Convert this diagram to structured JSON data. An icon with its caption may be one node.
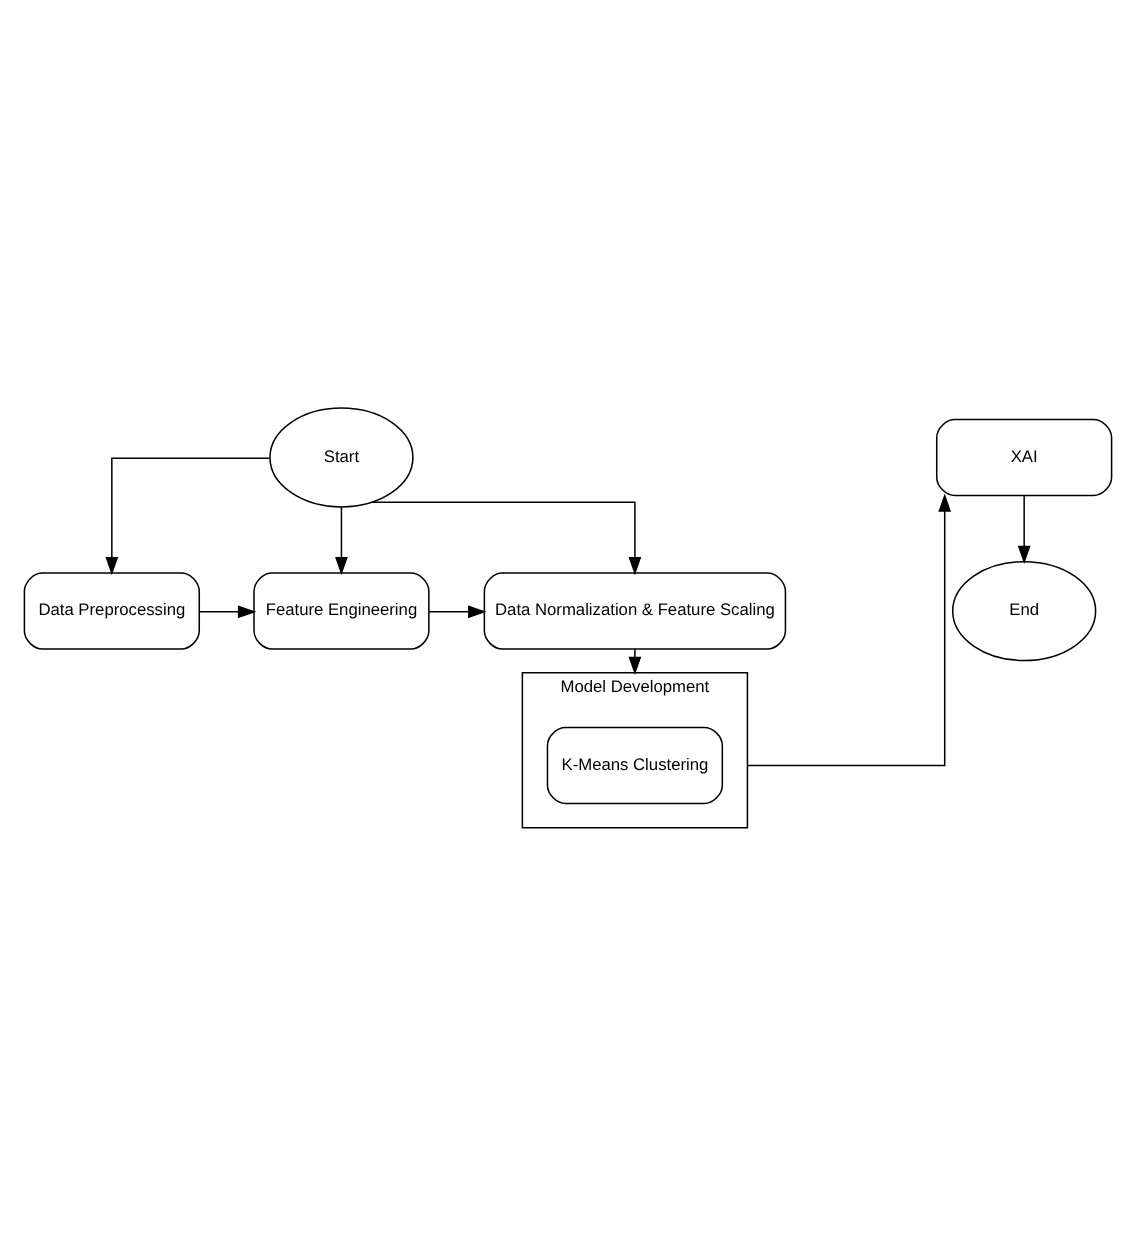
{
  "diagram": {
    "nodes": [
      {
        "text": [
          "Start"
        ]
      },
      {
        "text": [
          "Data Preprocessing"
        ]
      },
      {
        "text": [
          "Feature Engineering"
        ]
      },
      {
        "text": [
          "Data Normalization & Feature Scaling"
        ]
      },
      {
        "text": [
          "Model Development"
        ]
      },
      {
        "text": [
          "K-Means Clustering"
        ],
        "in": 4
      },
      {
        "text": [
          "XAI"
        ]
      },
      {
        "text": [
          "End"
        ]
      }
    ],
    "edges": [
      {
        "from": 0,
        "to": 1,
        "arrow": "to"
      },
      {
        "from": 0,
        "to": 2,
        "arrow": "to"
      },
      {
        "from": 0,
        "to": 3,
        "arrow": "to"
      },
      {
        "from": 1,
        "to": 2,
        "arrow": "to"
      },
      {
        "from": 2,
        "to": 3,
        "arrow": "to"
      },
      {
        "from": 3,
        "to": 4,
        "arrow": "to"
      },
      {
        "from": 4,
        "to": 6,
        "arrow": "to"
      },
      {
        "from": 6,
        "to": 7,
        "arrow": "to"
      }
    ]
  }
}
